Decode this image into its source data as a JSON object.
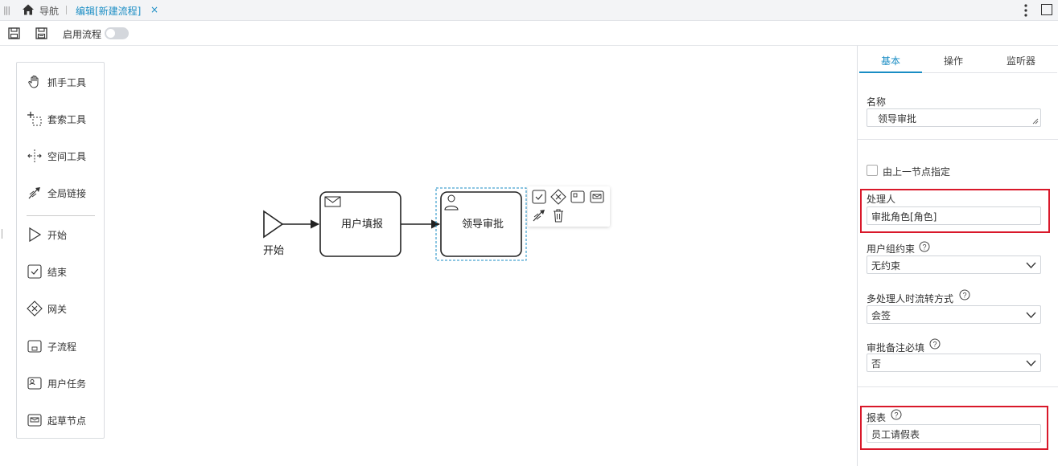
{
  "tabbar": {
    "nav_label": "导航",
    "edit_tab_label": "编辑[新建流程]",
    "close_glyph": "×"
  },
  "toolbar": {
    "enable_label": "启用流程",
    "enable_on": false
  },
  "palette": {
    "items": [
      {
        "label": "抓手工具",
        "icon": "hand-tool-icon"
      },
      {
        "label": "套索工具",
        "icon": "lasso-tool-icon"
      },
      {
        "label": "空间工具",
        "icon": "space-tool-icon"
      },
      {
        "label": "全局链接",
        "icon": "global-connect-icon"
      },
      {
        "label": "开始",
        "icon": "start-event-icon"
      },
      {
        "label": "结束",
        "icon": "end-event-icon"
      },
      {
        "label": "网关",
        "icon": "gateway-icon"
      },
      {
        "label": "子流程",
        "icon": "subprocess-icon"
      },
      {
        "label": "用户任务",
        "icon": "user-task-icon"
      },
      {
        "label": "起草节点",
        "icon": "draft-node-icon"
      }
    ]
  },
  "diagram": {
    "start_label": "开始",
    "task1_label": "用户填报",
    "task2_label": "领导审批"
  },
  "props": {
    "tabs": [
      "基本",
      "操作",
      "监听器"
    ],
    "name_label": "名称",
    "name_value": "领导审批",
    "prev_node_label": "由上一节点指定",
    "handler_label": "处理人",
    "handler_value": "审批角色[角色]",
    "group_constraint_label": "用户组约束",
    "group_constraint_value": "无约束",
    "multi_handler_label": "多处理人时流转方式",
    "multi_handler_value": "会签",
    "remark_required_label": "审批备注必填",
    "remark_required_value": "否",
    "report_label": "报表",
    "report_value": "员工请假表",
    "accent_color": "#1a8dc4",
    "highlight_color": "#d9182a"
  }
}
